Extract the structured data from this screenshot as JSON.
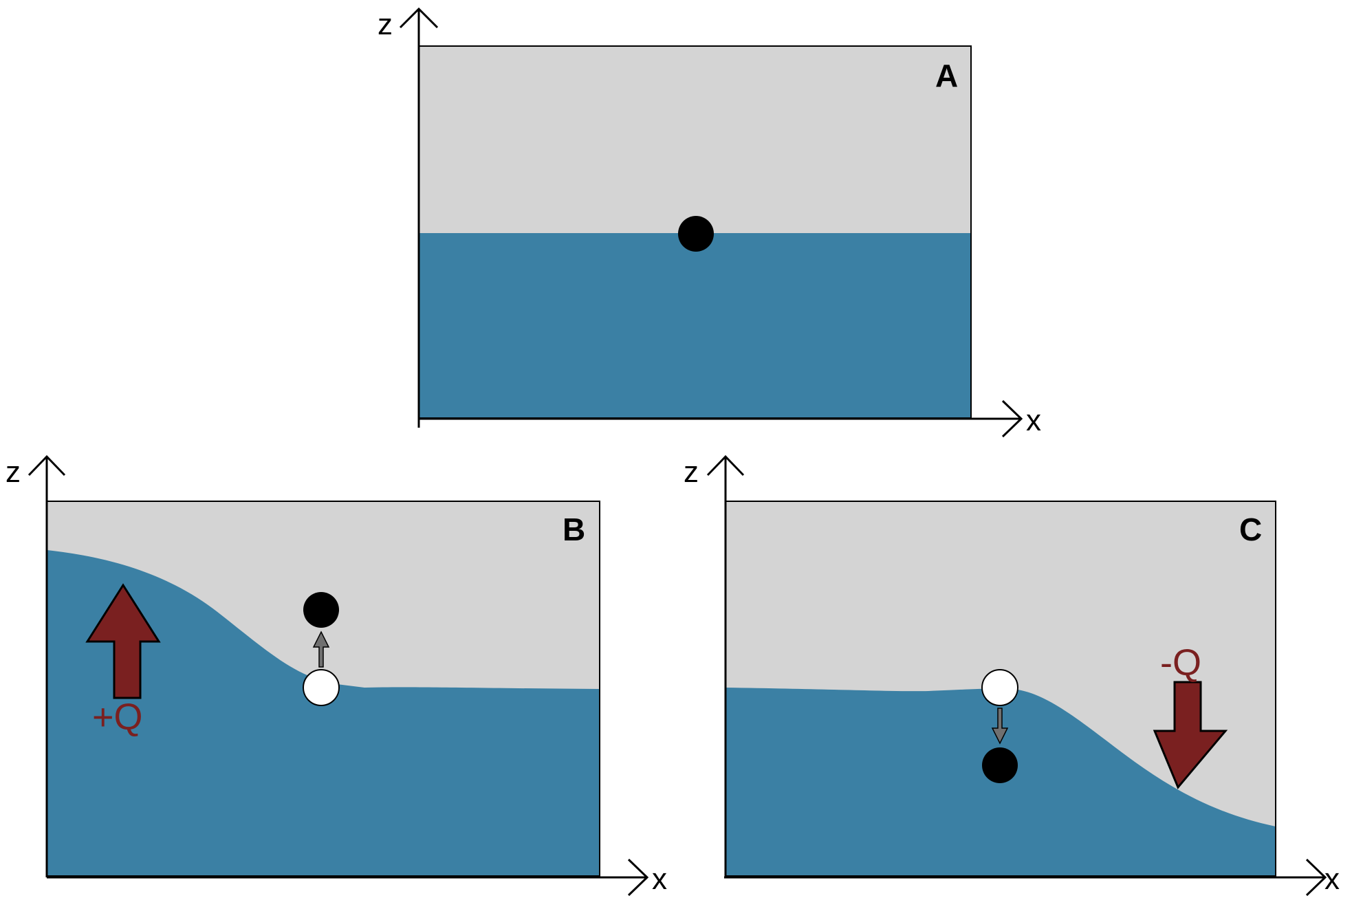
{
  "colors": {
    "air": "#d4d4d4",
    "water": "#3b80a4",
    "heat_arrow": "#7a2020",
    "displacement_arrow": "#707070",
    "particle_final": "#000000",
    "particle_initial": "#ffffff"
  },
  "panels": {
    "a": {
      "label": "A",
      "z_axis": "z",
      "x_axis": "x"
    },
    "b": {
      "label": "B",
      "z_axis": "z",
      "x_axis": "x",
      "heat_label": "+Q"
    },
    "c": {
      "label": "C",
      "z_axis": "z",
      "x_axis": "x",
      "heat_label": "-Q"
    }
  }
}
